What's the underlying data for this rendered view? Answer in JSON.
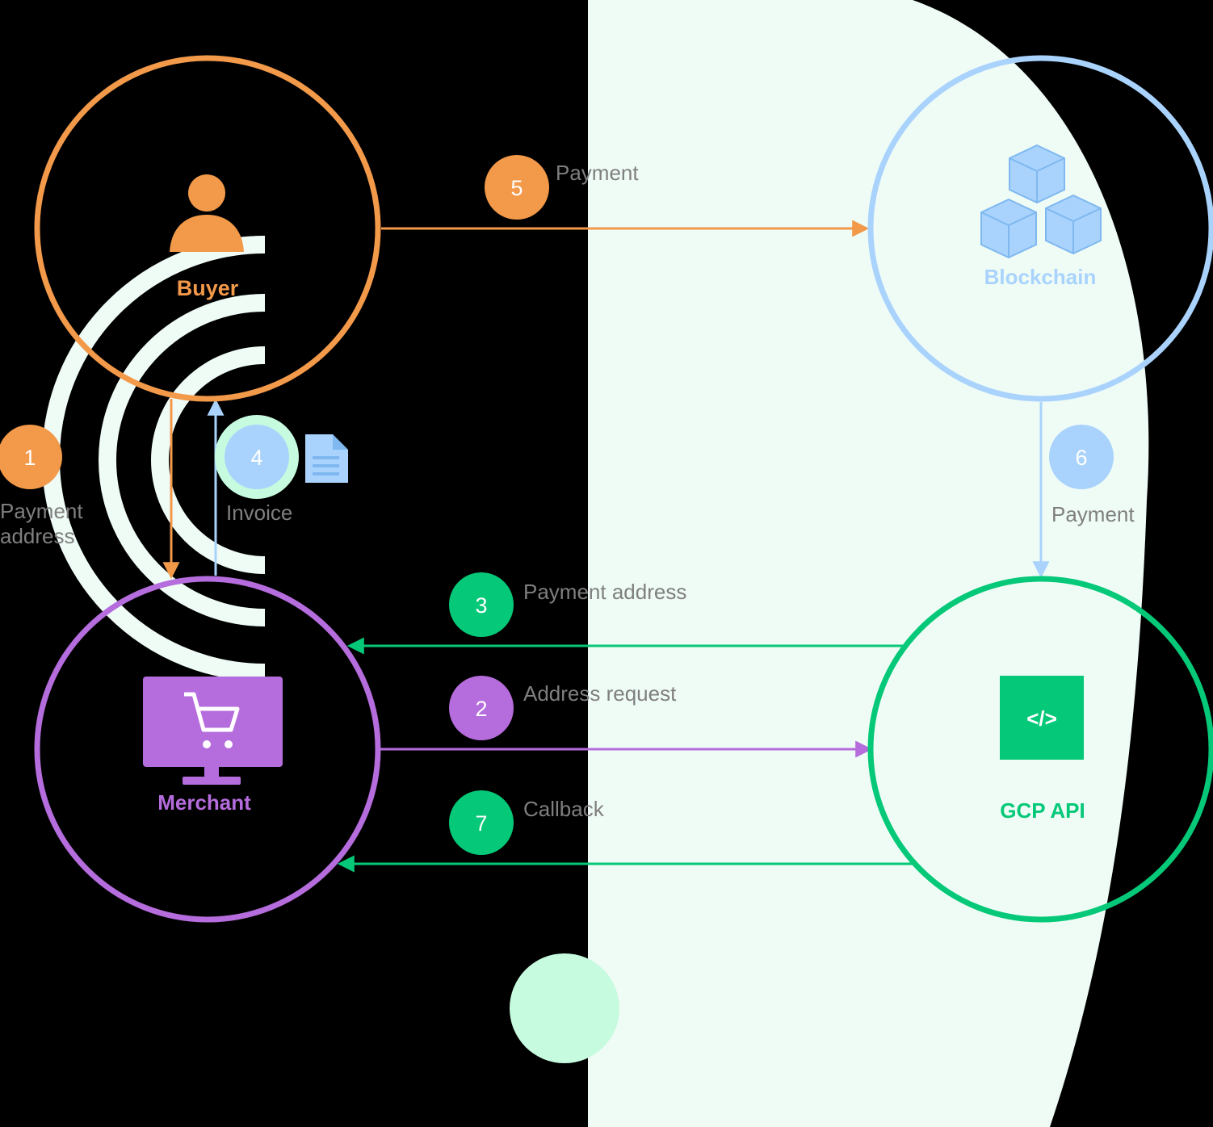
{
  "colors": {
    "background": "#000000",
    "backdrop": "#EFFCF6",
    "backdrop_dot": "#C6FBDF",
    "buyer": "#F2994A",
    "blockchain": "#A9D3FC",
    "merchant": "#B56CDC",
    "gcp": "#05C878",
    "text_gray": "#7F7F7F"
  },
  "nodes": {
    "buyer": {
      "label": "Buyer",
      "icon": "person-icon"
    },
    "blockchain": {
      "label": "Blockchain",
      "icon": "cubes-icon"
    },
    "merchant": {
      "label": "Merchant",
      "icon": "shopping-cart-monitor-icon"
    },
    "gcp_api": {
      "label": "GCP API",
      "icon": "code-icon",
      "icon_text": "</>"
    }
  },
  "steps": [
    {
      "id": "1",
      "number": "1",
      "label_lines": [
        "Payment",
        "address"
      ],
      "from": "buyer",
      "to": "merchant"
    },
    {
      "id": "2",
      "number": "2",
      "label": "Address request",
      "from": "merchant",
      "to": "gcp_api"
    },
    {
      "id": "3",
      "number": "3",
      "label": "Payment address",
      "from": "gcp_api",
      "to": "merchant"
    },
    {
      "id": "4",
      "number": "4",
      "label": "Invoice",
      "icon": "document-icon",
      "from": "merchant",
      "to": "buyer"
    },
    {
      "id": "5",
      "number": "5",
      "label": "Payment",
      "from": "buyer",
      "to": "blockchain"
    },
    {
      "id": "6",
      "number": "6",
      "label": "Payment",
      "from": "blockchain",
      "to": "gcp_api"
    },
    {
      "id": "7",
      "number": "7",
      "label": "Callback",
      "from": "gcp_api",
      "to": "merchant"
    }
  ]
}
